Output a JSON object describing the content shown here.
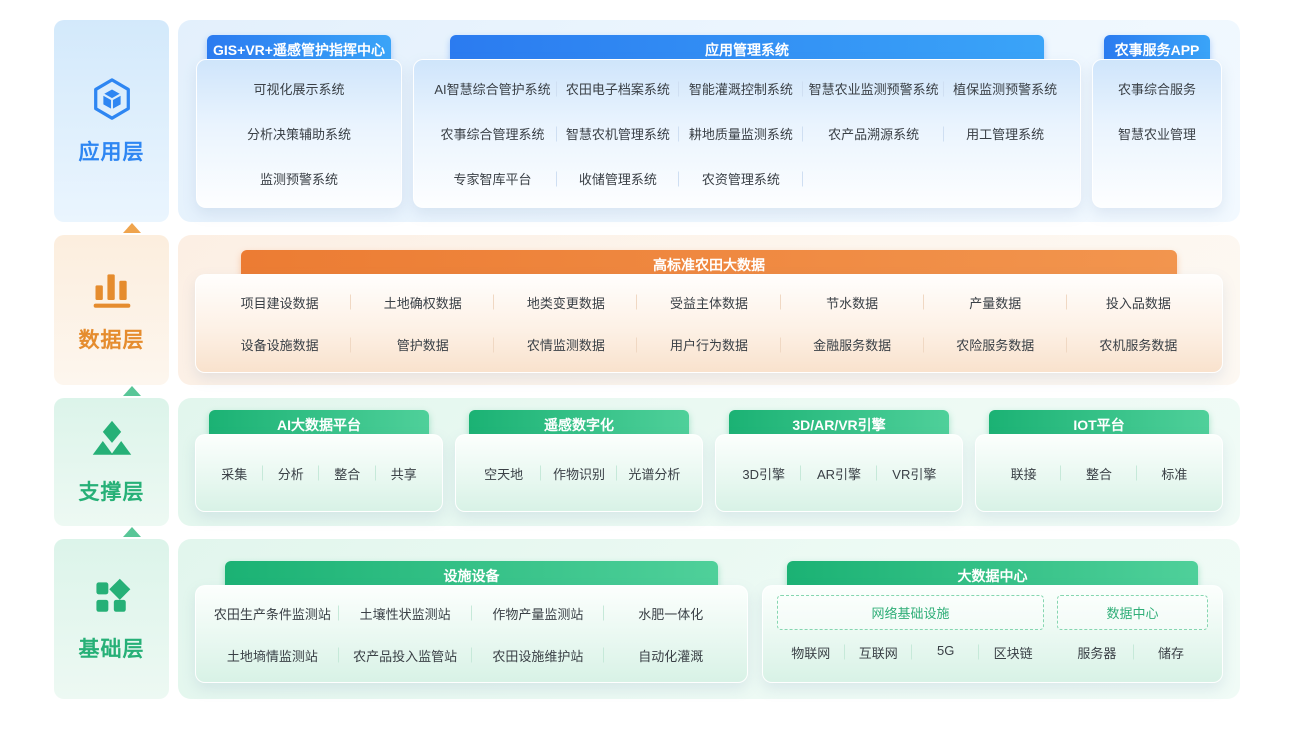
{
  "colors": {
    "app_accent": "#2E86F2",
    "data_accent": "#E58C2E",
    "green_accent": "#26B077",
    "tab_blue_gradient": [
      "#2B7BF0",
      "#3AA4F8"
    ],
    "tab_orange_gradient": [
      "#EC7C33",
      "#F2954E"
    ],
    "tab_green_gradient": [
      "#1BB274",
      "#4FD09A"
    ],
    "item_text": "#3A4046",
    "arrow_orange": "#EFA44D",
    "arrow_green": "#58C697"
  },
  "icons": {
    "app": "hexagon-cube-icon",
    "data": "bar-chart-icon",
    "support": "diamond-triangles-icon",
    "base": "blocks-grid-icon",
    "gap": "up-arrow-icon"
  },
  "layers": {
    "app": {
      "name": "应用层",
      "panels": {
        "gis": {
          "tab": "GIS+VR+遥感管护指挥中心",
          "items": [
            "可视化展示系统",
            "分析决策辅助系统",
            "监测预警系统"
          ]
        },
        "mgmt": {
          "tab": "应用管理系统",
          "rows": [
            [
              "AI智慧综合管护系统",
              "农田电子档案系统",
              "智能灌溉控制系统",
              "智慧农业监测预警系统",
              "植保监测预警系统"
            ],
            [
              "农事综合管理系统",
              "智慧农机管理系统",
              "耕地质量监测系统",
              "农产品溯源系统",
              "用工管理系统"
            ],
            [
              "专家智库平台",
              "收储管理系统",
              "农资管理系统"
            ]
          ]
        },
        "appsvc": {
          "tab": "农事服务APP",
          "items": [
            "农事综合服务",
            "智慧农业管理"
          ]
        }
      }
    },
    "data": {
      "name": "数据层",
      "panel": {
        "tab": "高标准农田大数据",
        "rows": [
          [
            "项目建设数据",
            "土地确权数据",
            "地类变更数据",
            "受益主体数据",
            "节水数据",
            "产量数据",
            "投入品数据"
          ],
          [
            "设备设施数据",
            "管护数据",
            "农情监测数据",
            "用户行为数据",
            "金融服务数据",
            "农险服务数据",
            "农机服务数据"
          ]
        ]
      }
    },
    "support": {
      "name": "支撑层",
      "panels": [
        {
          "tab": "AI大数据平台",
          "items": [
            "采集",
            "分析",
            "整合",
            "共享"
          ]
        },
        {
          "tab": "遥感数字化",
          "items": [
            "空天地",
            "作物识别",
            "光谱分析"
          ]
        },
        {
          "tab": "3D/AR/VR引擎",
          "items": [
            "3D引擎",
            "AR引擎",
            "VR引擎"
          ]
        },
        {
          "tab": "IOT平台",
          "items": [
            "联接",
            "整合",
            "标准"
          ]
        }
      ]
    },
    "base": {
      "name": "基础层",
      "panels": {
        "facility": {
          "tab": "设施设备",
          "rows": [
            [
              "农田生产条件监测站",
              "土壤性状监测站",
              "作物产量监测站",
              "水肥一体化"
            ],
            [
              "土地墒情监测站",
              "农产品投入监管站",
              "农田设施维护站",
              "自动化灌溉"
            ]
          ]
        },
        "center": {
          "tab": "大数据中心",
          "groups": [
            {
              "label": "网络基础设施",
              "items": [
                "物联网",
                "互联网",
                "5G",
                "区块链"
              ]
            },
            {
              "label": "数据中心",
              "items": [
                "服务器",
                "储存"
              ]
            }
          ]
        }
      }
    }
  }
}
